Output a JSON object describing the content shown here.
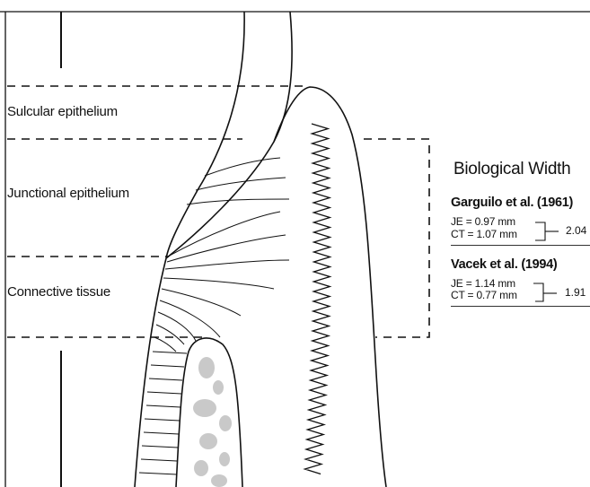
{
  "layers": {
    "sulcular": "Sulcular epithelium",
    "junctional": "Junctional epithelium",
    "connective": "Connective tissue"
  },
  "legend": {
    "title": "Biological Width",
    "studies": [
      {
        "name": "Garguilo et al. (1961)",
        "je": "JE = 0.97 mm",
        "ct": "CT = 1.07 mm",
        "total": "2.04"
      },
      {
        "name": "Vacek et al. (1994)",
        "je": "JE = 1.14 mm",
        "ct": "CT = 0.77 mm",
        "total": "1.91"
      }
    ]
  },
  "colors": {
    "line": "#111111",
    "bone": "#c9c9c9"
  }
}
